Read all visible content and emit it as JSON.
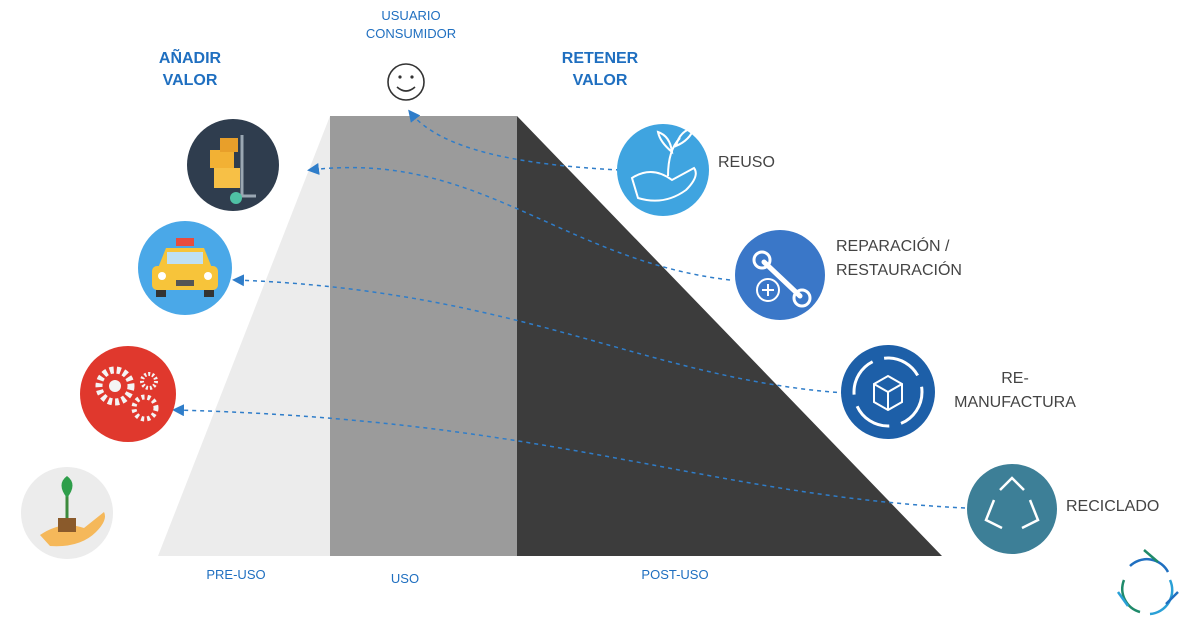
{
  "headings": {
    "add_value": [
      "AÑADIR",
      "VALOR"
    ],
    "retain_value": [
      "RETENER",
      "VALOR"
    ],
    "user": [
      "USUARIO",
      "CONSUMIDOR"
    ]
  },
  "phases": {
    "pre_use": "PRE-USO",
    "use": "USO",
    "post_use": "POST-USO"
  },
  "strategies": [
    {
      "key": "reuse",
      "label": [
        "REUSO"
      ],
      "icon": "plant-hand-icon",
      "color": "#3fa4e0"
    },
    {
      "key": "repair",
      "label": [
        "REPARACIÓN /",
        "RESTAURACIÓN"
      ],
      "icon": "wrench-plus-icon",
      "color": "#3a77c8"
    },
    {
      "key": "remanufacture",
      "label": [
        "RE-",
        "MANUFACTURA"
      ],
      "icon": "box-cycle-icon",
      "color": "#1d5fa8"
    },
    {
      "key": "recycle",
      "label": [
        "RECICLADO"
      ],
      "icon": "recycle-icon",
      "color": "#3d7f97"
    }
  ],
  "value_chain_icons": [
    {
      "key": "distribution",
      "icon": "hand-truck-icon"
    },
    {
      "key": "service",
      "icon": "taxi-icon"
    },
    {
      "key": "manufacturing",
      "icon": "gears-icon"
    },
    {
      "key": "resources",
      "icon": "sprout-hand-icon"
    }
  ],
  "colors": {
    "accent": "#1f6fc0",
    "pre_use": "#ebebeb",
    "use": "#9a9a9a",
    "post_use": "#3b3b3b",
    "arrow": "#2f7dc9"
  }
}
